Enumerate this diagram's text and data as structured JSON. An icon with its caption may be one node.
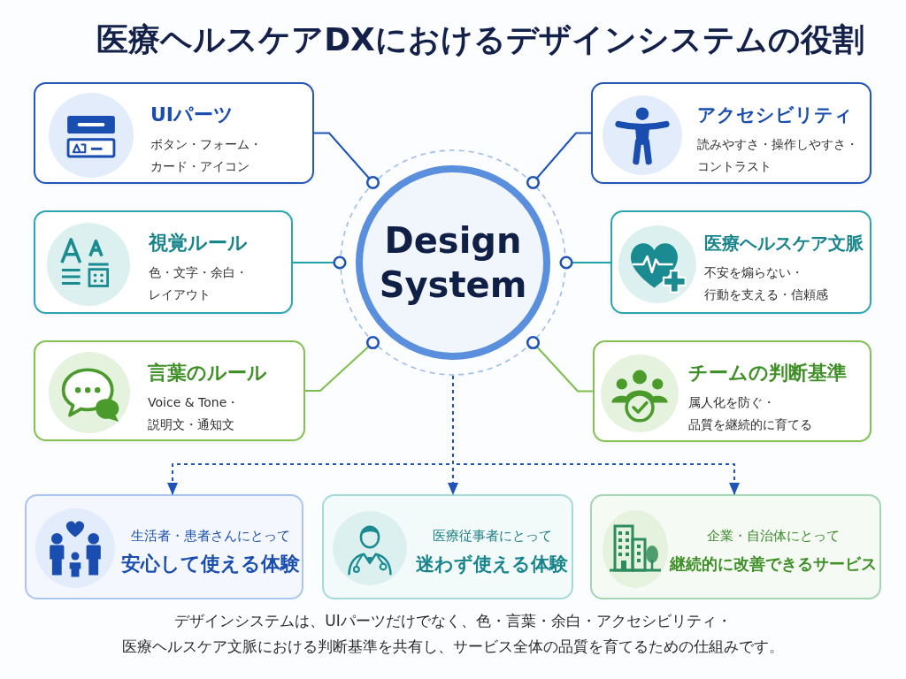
{
  "diagram": {
    "title": "医療ヘルスケアDXにおけるデザインシステムの役割",
    "nodes": [
      {
        "text": [
          "UIパーツ",
          "ボタン・フォーム・カード・アイコン"
        ]
      },
      {
        "text": [
          "アクセシビリティ",
          "読みやすさ・操作しやすさ・コントラスト"
        ]
      },
      {
        "text": [
          "視覚ルール",
          "色・文字・余白・レイアウト"
        ]
      },
      {
        "text": [
          "Design System"
        ]
      },
      {
        "text": [
          "医療ヘルスケア文脈",
          "不安を煽らない・行動を支える・信頼感"
        ]
      },
      {
        "text": [
          "言葉のルール",
          "Voice & Tone・説明文・通知文"
        ]
      },
      {
        "text": [
          "チームの判断基準",
          "属人化を防ぐ・品質を継続的に育てる"
        ]
      },
      {
        "text": [
          "生活者・患者さんにとって",
          "安心して使える体験"
        ]
      },
      {
        "text": [
          "医療従事者にとって",
          "迷わず使える体験"
        ]
      },
      {
        "text": [
          "企業・自治体にとって",
          "継続的に改善できるサービス"
        ]
      }
    ],
    "edges": [
      {
        "from": 3,
        "to": 0,
        "arrow": "other"
      },
      {
        "from": 3,
        "to": 1,
        "arrow": "other"
      },
      {
        "from": 3,
        "to": 2,
        "arrow": "other",
        "color": "#1fa3ab"
      },
      {
        "from": 3,
        "to": 4,
        "arrow": "other",
        "color": "#1fa3ab"
      },
      {
        "from": 3,
        "to": 5,
        "arrow": "other",
        "color": "#7dbf4c"
      },
      {
        "from": 3,
        "to": 6,
        "arrow": "other",
        "color": "#7dbf4c"
      },
      {
        "from": 3,
        "to": 7,
        "arrow": "to",
        "style": "dashed"
      },
      {
        "from": 3,
        "to": 8,
        "arrow": "to",
        "style": "dashed"
      },
      {
        "from": 3,
        "to": 9,
        "arrow": "to",
        "style": "dashed"
      }
    ],
    "caption": "デザインシステムは、UIパーツだけでなく、色・言葉・余白・アクセシビリティ・医療ヘルスケア文脈における判断基準を共有し、サービス全体の品質を育てるための仕組みです。"
  }
}
